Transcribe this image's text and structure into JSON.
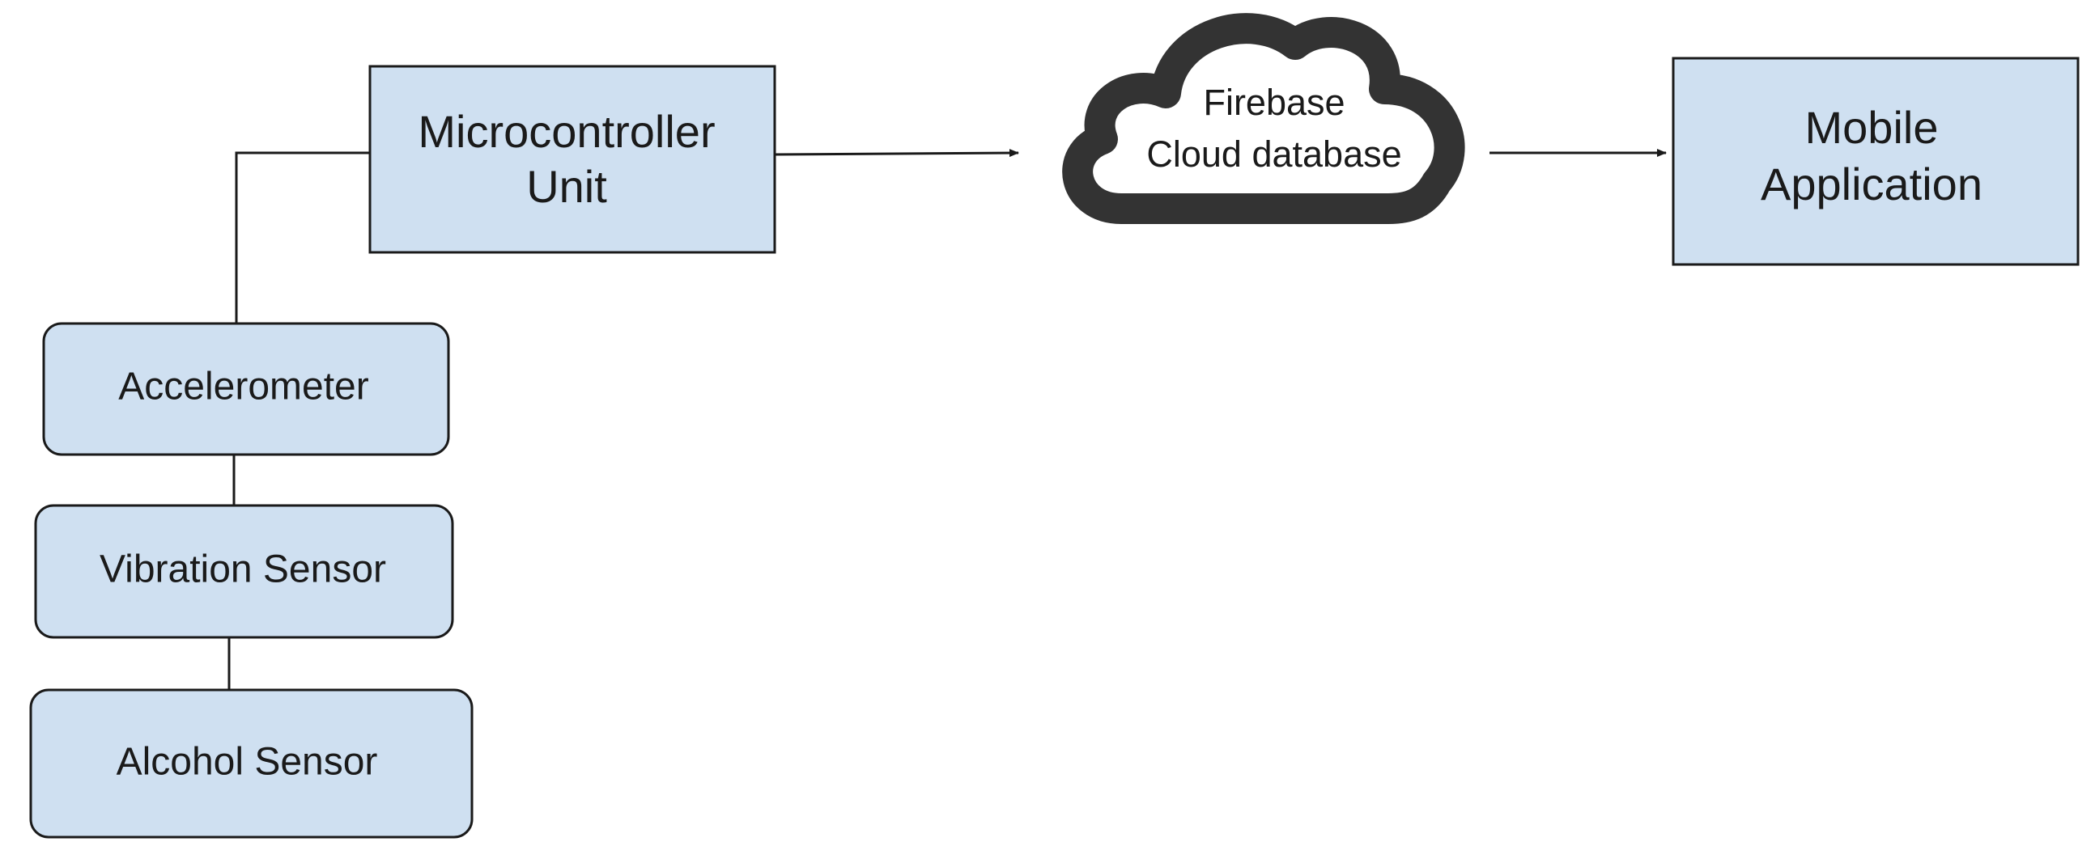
{
  "nodes": {
    "microcontroller": {
      "line1": "Microcontroller",
      "line2": "Unit"
    },
    "cloud": {
      "line1": "Firebase",
      "line2": "Cloud database"
    },
    "mobile": {
      "line1": "Mobile",
      "line2": "Application"
    },
    "accelerometer": {
      "label": "Accelerometer"
    },
    "vibration": {
      "label": "Vibration Sensor"
    },
    "alcohol": {
      "label": "Alcohol Sensor"
    }
  },
  "colors": {
    "node_fill": "#cfe0f1",
    "stroke": "#1a1a1a",
    "cloud_outline": "#333333"
  }
}
